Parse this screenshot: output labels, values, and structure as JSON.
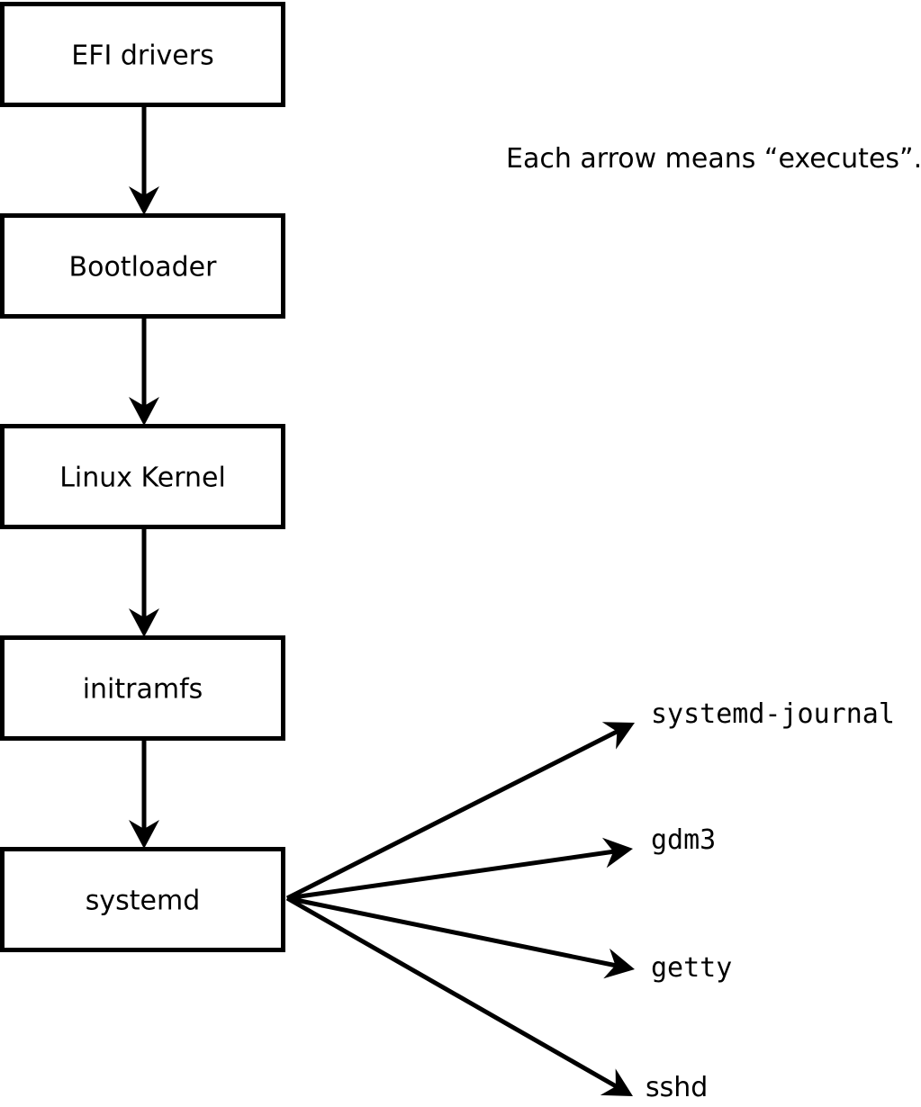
{
  "annotation": {
    "text": "Each arrow means “executes”."
  },
  "diagram": {
    "type": "flowchart",
    "edge_meaning": "executes",
    "nodes": [
      {
        "id": "efi-drivers",
        "label": "EFI drivers"
      },
      {
        "id": "bootloader",
        "label": "Bootloader"
      },
      {
        "id": "linux-kernel",
        "label": "Linux Kernel"
      },
      {
        "id": "initramfs",
        "label": "initramfs"
      },
      {
        "id": "systemd",
        "label": "systemd"
      }
    ],
    "services": [
      {
        "id": "systemd-journal",
        "label": "systemd-journal"
      },
      {
        "id": "gdm3",
        "label": "gdm3"
      },
      {
        "id": "getty",
        "label": "getty"
      },
      {
        "id": "sshd",
        "label": "sshd"
      }
    ],
    "edges": [
      {
        "from": "efi-drivers",
        "to": "bootloader",
        "meaning": "executes"
      },
      {
        "from": "bootloader",
        "to": "linux-kernel",
        "meaning": "executes"
      },
      {
        "from": "linux-kernel",
        "to": "initramfs",
        "meaning": "executes"
      },
      {
        "from": "initramfs",
        "to": "systemd",
        "meaning": "executes"
      },
      {
        "from": "systemd",
        "to": "systemd-journal",
        "meaning": "executes"
      },
      {
        "from": "systemd",
        "to": "gdm3",
        "meaning": "executes"
      },
      {
        "from": "systemd",
        "to": "getty",
        "meaning": "executes"
      },
      {
        "from": "systemd",
        "to": "sshd",
        "meaning": "executes"
      }
    ]
  },
  "colors": {
    "background": "#ffffff",
    "line": "#000000",
    "box_fill": "#ffffff",
    "text": "#000000"
  }
}
